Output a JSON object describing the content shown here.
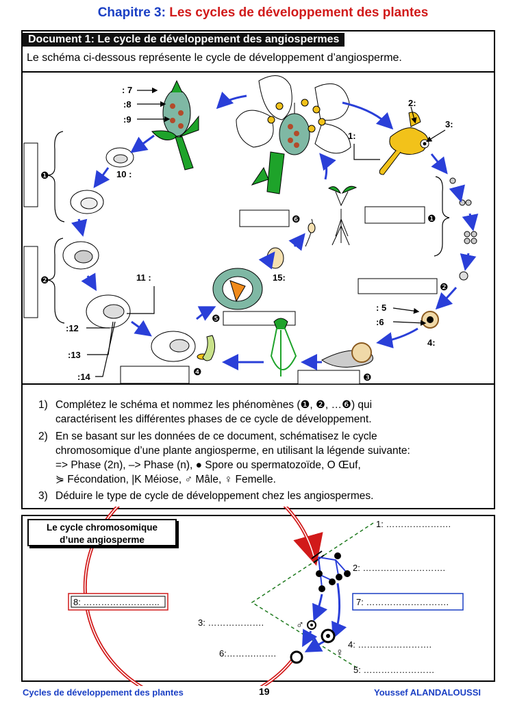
{
  "chapter": {
    "number": "Chapitre 3:",
    "title": " Les cycles de développement des plantes"
  },
  "document": {
    "header": "Document 1: Le cycle de développement des angiospermes",
    "intro": "Le schéma ci-dessous représente le cycle de développement d’angiosperme."
  },
  "diagram_labels": {
    "l7": ": 7",
    "l8": ":8",
    "l9": ":9",
    "l10": "10 :",
    "l11": "11 :",
    "l12": ":12",
    "l13": ":13",
    "l14": ":14",
    "l15": "15:",
    "l1": "1:",
    "l2": "2:",
    "l3": "3:",
    "l4": "4:",
    "l5": ": 5",
    "l6": ":6",
    "m1": "❶",
    "m2": "❷",
    "m3": "❸",
    "m4": "❹",
    "m5": "❺",
    "m6": "❻"
  },
  "questions": {
    "q1_num": "1)",
    "q1_line1": "Complétez le schéma et nommez les phénomènes (❶, ❷, …❻) qui",
    "q1_line2": "caractérisent les différentes phases de ce cycle de développement.",
    "q2_num": "2)",
    "q2_line1": "En se basant sur les données de ce document, schématisez le cycle",
    "q2_line2": "chromosomique d’une plante angiosperme, en utilisant la légende suivante:",
    "q2_line3": "=> Phase (2n), –> Phase  (n), ● Spore ou spermatozoïde,  O Œuf,",
    "q2_line4": "⋟ Fécondation,  |K Méiose,  ♂ Mâle,  ♀ Femelle.",
    "q3_num": "3)",
    "q3_line1": "Déduire le type de cycle de développement chez les angiospermes."
  },
  "chromosomic": {
    "title_line1": "Le cycle chromosomique",
    "title_line2": "d’une angiosperme",
    "c1": "1: ………………….",
    "c2": "2: ……………………….",
    "c3": "3: ……………….",
    "c4": "4: …………………….",
    "c5": "5: ……………………",
    "c6": "6:……….…….",
    "c7": "7: ……………………….",
    "c8": "8: ……………………..",
    "male": "♂",
    "female": "♀"
  },
  "footer": {
    "left": "Cycles de développement des plantes",
    "page": "19",
    "right": "Youssef ALANDALOUSSI"
  },
  "colors": {
    "blue": "#1a3fc4",
    "red": "#d11a1a",
    "arrow": "#2a3fd8",
    "green": "#1ea32a",
    "yellow": "#f2c21a"
  }
}
